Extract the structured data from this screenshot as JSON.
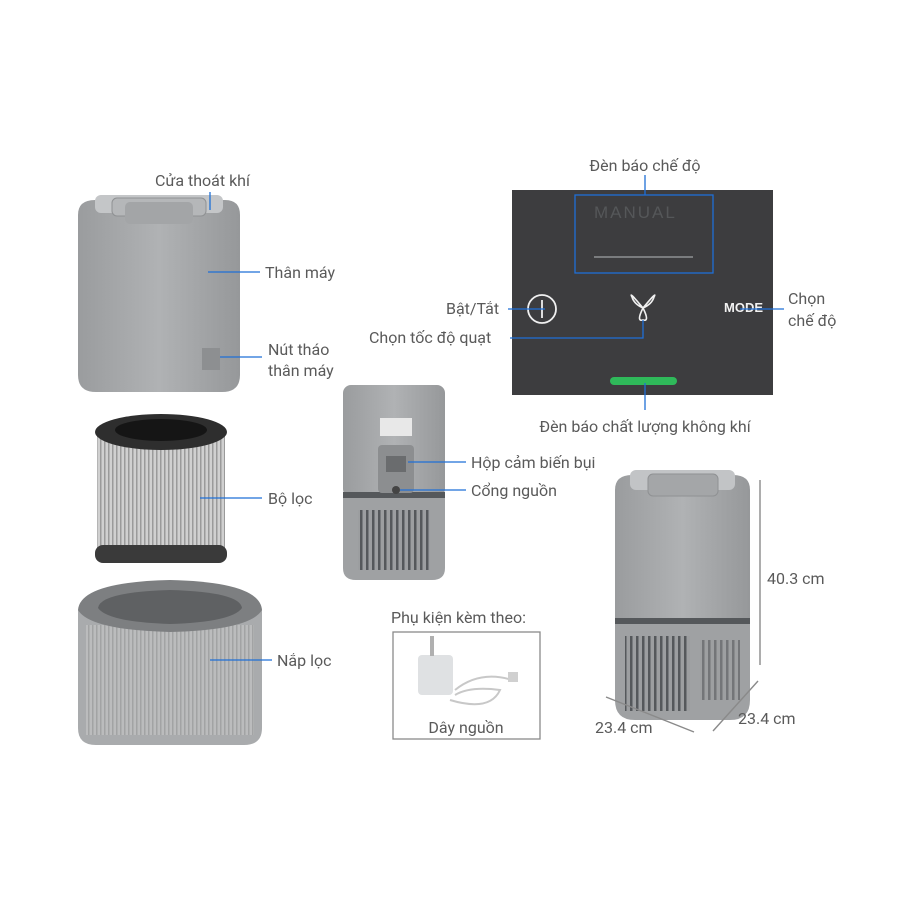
{
  "labels": {
    "outlet": "Cửa thoát khí",
    "body": "Thân máy",
    "release_line1": "Nút tháo",
    "release_line2": "thân máy",
    "filter": "Bộ lọc",
    "filter_cover": "Nắp lọc",
    "sensor": "Hộp cảm biến bụi",
    "power_port": "Cổng nguồn",
    "mode_indicator": "Đèn báo chế độ",
    "power": "Bật/Tắt",
    "fan_speed": "Chọn tốc độ quạt",
    "mode_line1": "Chọn",
    "mode_line2": "chế độ",
    "air_quality": "Đèn báo chất lượng không khí",
    "accessories_title": "Phụ kiện kèm theo:",
    "power_cord": "Dây nguồn"
  },
  "panel": {
    "display_text": "MANUAL",
    "mode_button": "MODE",
    "air_quality_color": "#2fb95a"
  },
  "dimensions": {
    "height": "40.3 cm",
    "width": "23.4 cm",
    "depth": "23.4 cm"
  },
  "colors": {
    "leader_line": "#1f6fd6",
    "device_gray": "#a7a9ab",
    "panel": "#3d3d3f"
  }
}
